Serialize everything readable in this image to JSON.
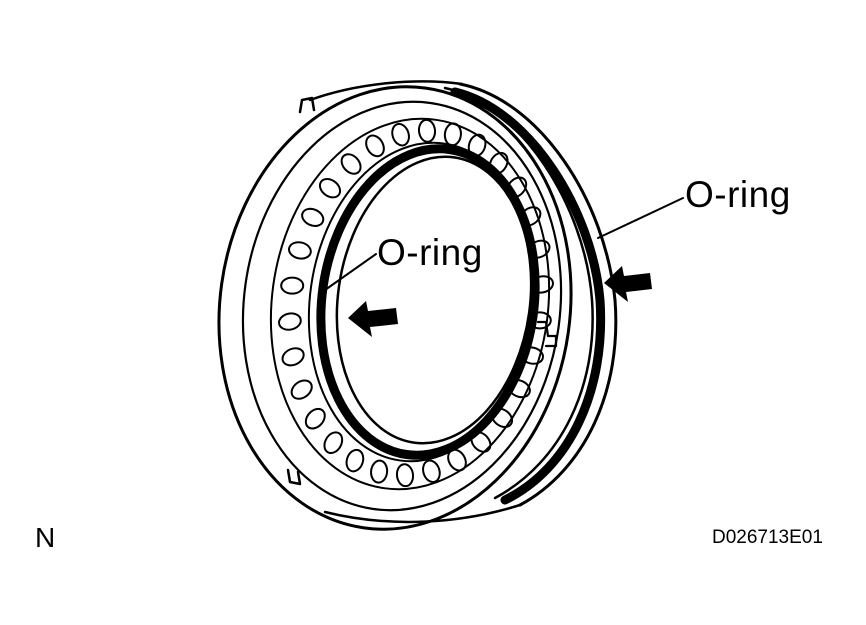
{
  "diagram": {
    "callouts": {
      "outer_oring": "O-ring",
      "inner_oring": "O-ring"
    },
    "corner_letter": "N",
    "figure_code": "D026713E01",
    "line_color": "#000000",
    "background_color": "#ffffff",
    "part_count": {
      "retainer_balls": 30,
      "arrows": 2
    }
  }
}
